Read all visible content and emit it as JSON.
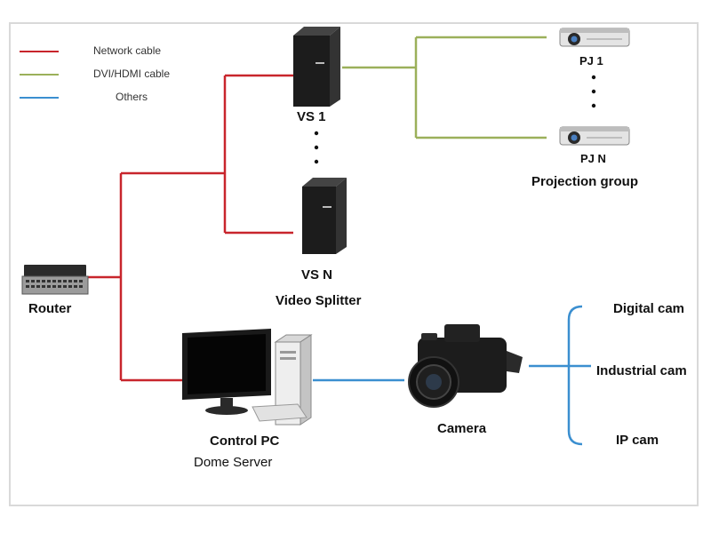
{
  "legend": {
    "network": "Network cable",
    "video": "DVI/HDMI cable",
    "others": "Others"
  },
  "colors": {
    "network": "#c8252c",
    "video": "#9bb05a",
    "others": "#3b8fd0",
    "device_dark": "#1c1c1c",
    "frame": "#d9d9d9"
  },
  "nodes": {
    "router": "Router",
    "vs1": "VS 1",
    "vsn": "VS N",
    "video_splitter": "Video Splitter",
    "pj1": "PJ 1",
    "pjn": "PJ N",
    "projection_group": "Projection group",
    "control_pc": "Control PC",
    "dome_server": "Dome Server",
    "camera": "Camera",
    "digital_cam": "Digital cam",
    "industrial_cam": "Industrial cam",
    "ip_cam": "IP cam"
  },
  "icons": {
    "router": "router-icon",
    "server": "tower-server-icon",
    "projector": "projector-icon",
    "pc": "desktop-pc-icon",
    "camera": "dslr-camera-icon"
  }
}
